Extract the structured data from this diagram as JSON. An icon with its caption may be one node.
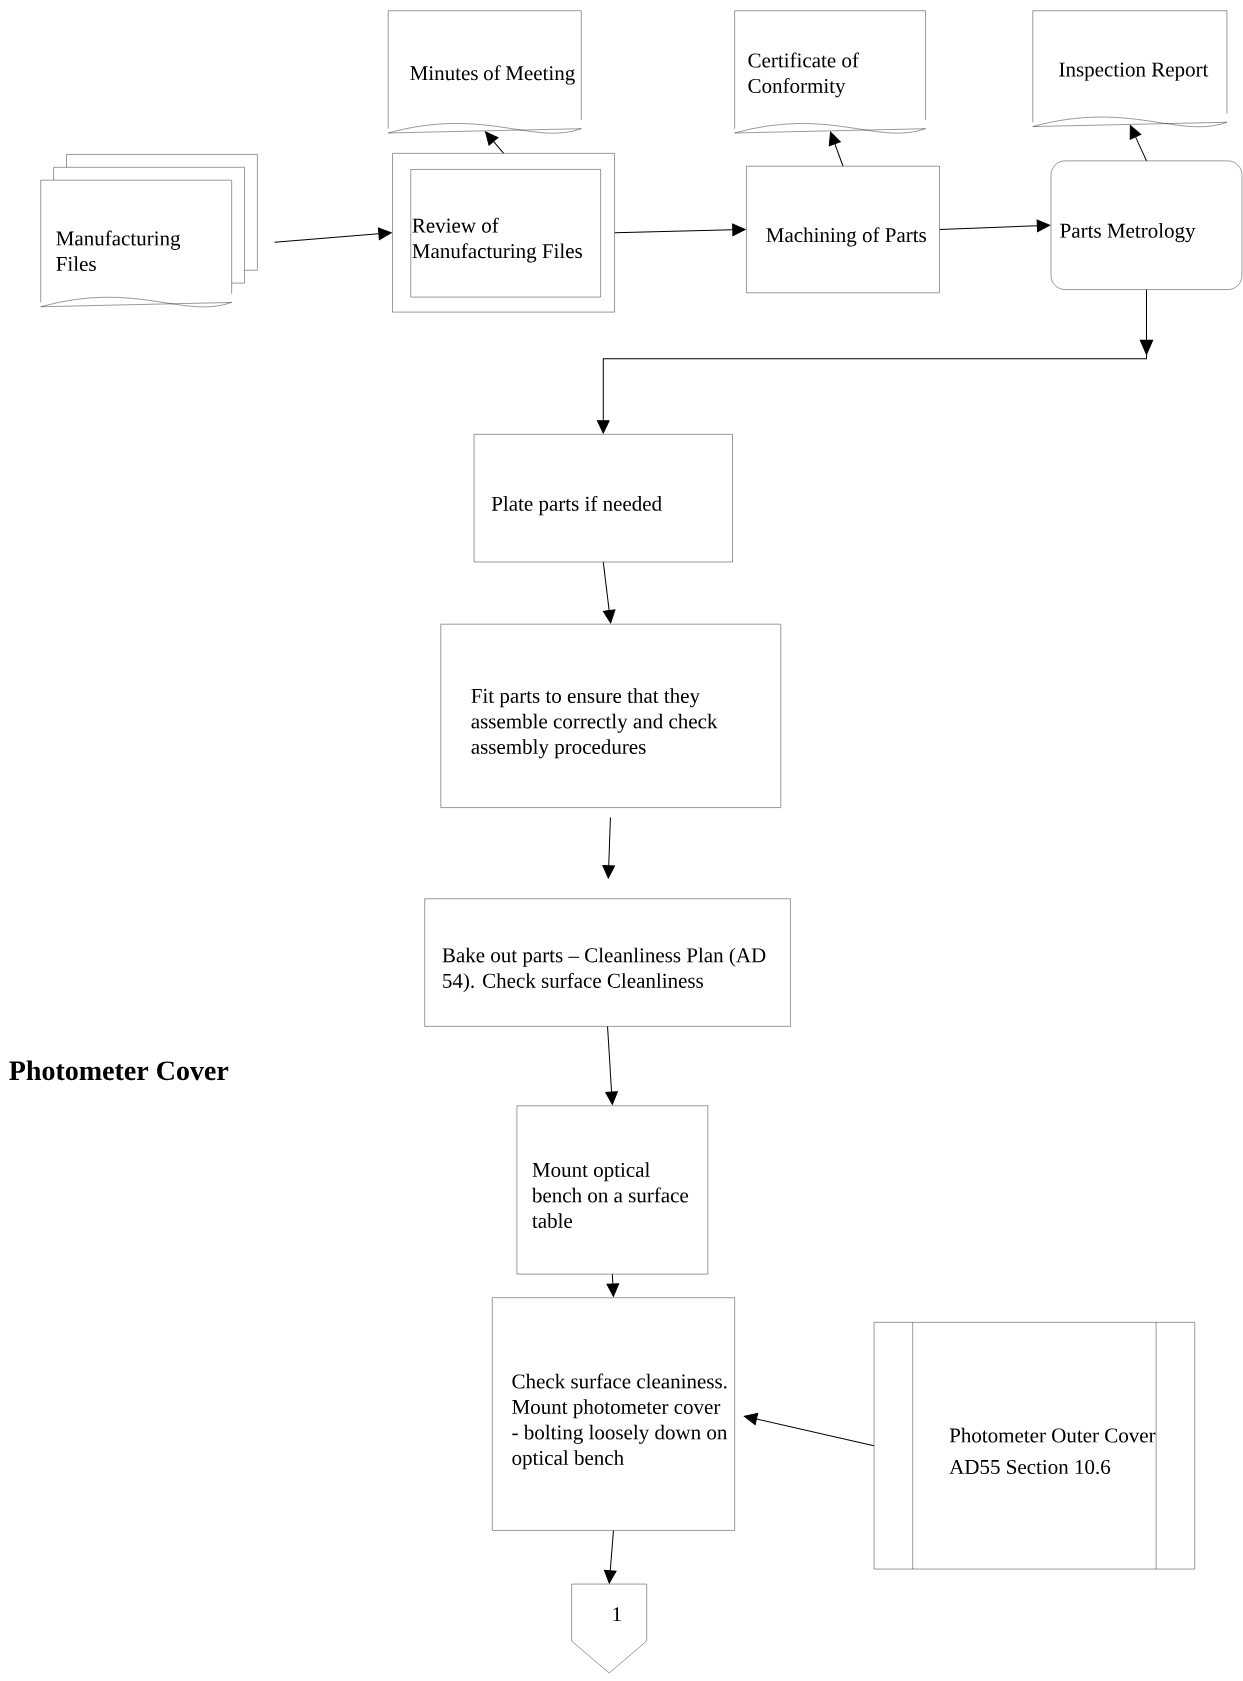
{
  "diagram": {
    "title": "Photometer Cover",
    "nodes": [
      {
        "text": [
          "Manufacturing Files"
        ]
      },
      {
        "text": [
          "Minutes of Meeting"
        ]
      },
      {
        "text": [
          "Review of Manufacturing Files"
        ]
      },
      {
        "text": [
          "Certificate of Conformity"
        ]
      },
      {
        "text": [
          "Machining of Parts"
        ]
      },
      {
        "text": [
          "Inspection Report"
        ]
      },
      {
        "text": [
          "Parts Metrology"
        ]
      },
      {
        "text": [
          "Plate parts if needed"
        ]
      },
      {
        "text": [
          "Fit parts to ensure that they assemble correctly and check assembly procedures"
        ]
      },
      {
        "text": [
          "Bake out parts – Cleanliness Plan (AD 54).  Check surface Cleanliness"
        ]
      },
      {
        "text": [
          "Mount optical bench on a surface table"
        ]
      },
      {
        "text": [
          "Check surface cleaniness. Mount photometer cover - bolting loosely down on optical bench"
        ]
      },
      {
        "text": [
          "Photometer Outer Cover",
          "AD55 Section 10.6"
        ]
      },
      {
        "text": [
          "1"
        ]
      }
    ],
    "edges": [
      {
        "from": 0,
        "to": 2,
        "arrow": "to"
      },
      {
        "from": 2,
        "to": 1,
        "arrow": "to"
      },
      {
        "from": 2,
        "to": 4,
        "arrow": "to"
      },
      {
        "from": 4,
        "to": 3,
        "arrow": "to"
      },
      {
        "from": 4,
        "to": 6,
        "arrow": "to"
      },
      {
        "from": 6,
        "to": 5,
        "arrow": "to"
      },
      {
        "from": 6,
        "to": 7,
        "arrow": "to"
      },
      {
        "from": 7,
        "to": 8,
        "arrow": "to"
      },
      {
        "from": 8,
        "to": 9,
        "arrow": "to"
      },
      {
        "from": 9,
        "to": 10,
        "arrow": "to"
      },
      {
        "from": 10,
        "to": 11,
        "arrow": "to"
      },
      {
        "from": 12,
        "to": 11,
        "arrow": "to"
      },
      {
        "from": 11,
        "to": 13,
        "arrow": "to"
      }
    ]
  }
}
